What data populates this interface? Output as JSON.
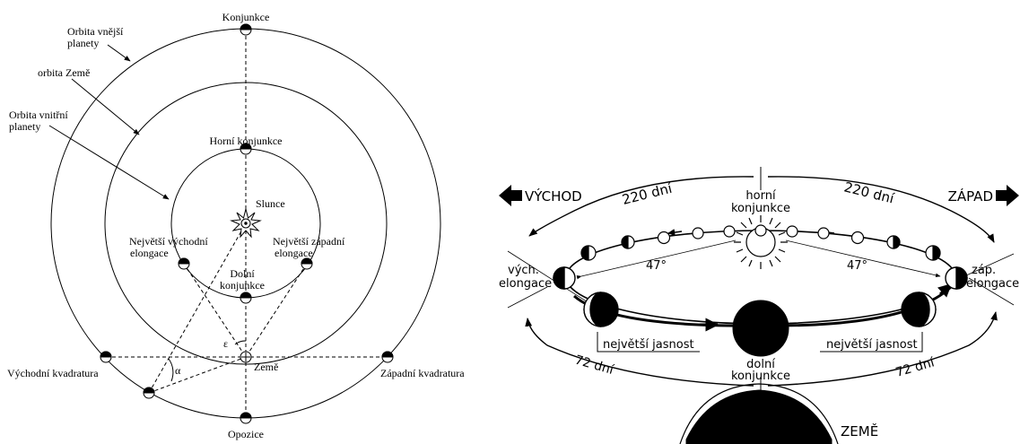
{
  "left_diagram": {
    "labels": {
      "outer_orbit": "Orbita vnější",
      "outer_orbit_2": "planety",
      "earth_orbit": "orbita Země",
      "inner_orbit": "Orbita vnitřní",
      "inner_orbit_2": "planety",
      "conjunction": "Konjunkce",
      "superior_conjunction": "Horní konjunkce",
      "sun": "Slunce",
      "greatest_east_1": "Největší východní",
      "greatest_east_2": "elongace",
      "greatest_west_1": "Největší západní",
      "greatest_west_2": "elongace",
      "inferior_conj_1": "Dolní",
      "inferior_conj_2": "konjunkce",
      "epsilon": "ε",
      "alpha": "α",
      "earth": "Země",
      "east_quadrature": "Východní kvadratura",
      "west_quadrature": "Západní kvadratura",
      "opposition": "Opozice"
    }
  },
  "right_diagram": {
    "labels": {
      "east": "VÝCHOD",
      "west": "ZÁPAD",
      "days_220_left": "220 dní",
      "days_220_right": "220 dní",
      "superior_1": "horní",
      "superior_2": "konjunkce",
      "east_elong_1": "vých.",
      "east_elong_2": "elongace",
      "west_elong_1": "záp.",
      "west_elong_2": "elongace",
      "angle_left": "47°",
      "angle_right": "47°",
      "brightest_left": "největší jasnost",
      "brightest_right": "největší jasnost",
      "days_72_left": "72 dní",
      "days_72_right": "72 dní",
      "inferior_1": "dolní",
      "inferior_2": "konjunkce",
      "earth": "ZEMĚ"
    }
  }
}
